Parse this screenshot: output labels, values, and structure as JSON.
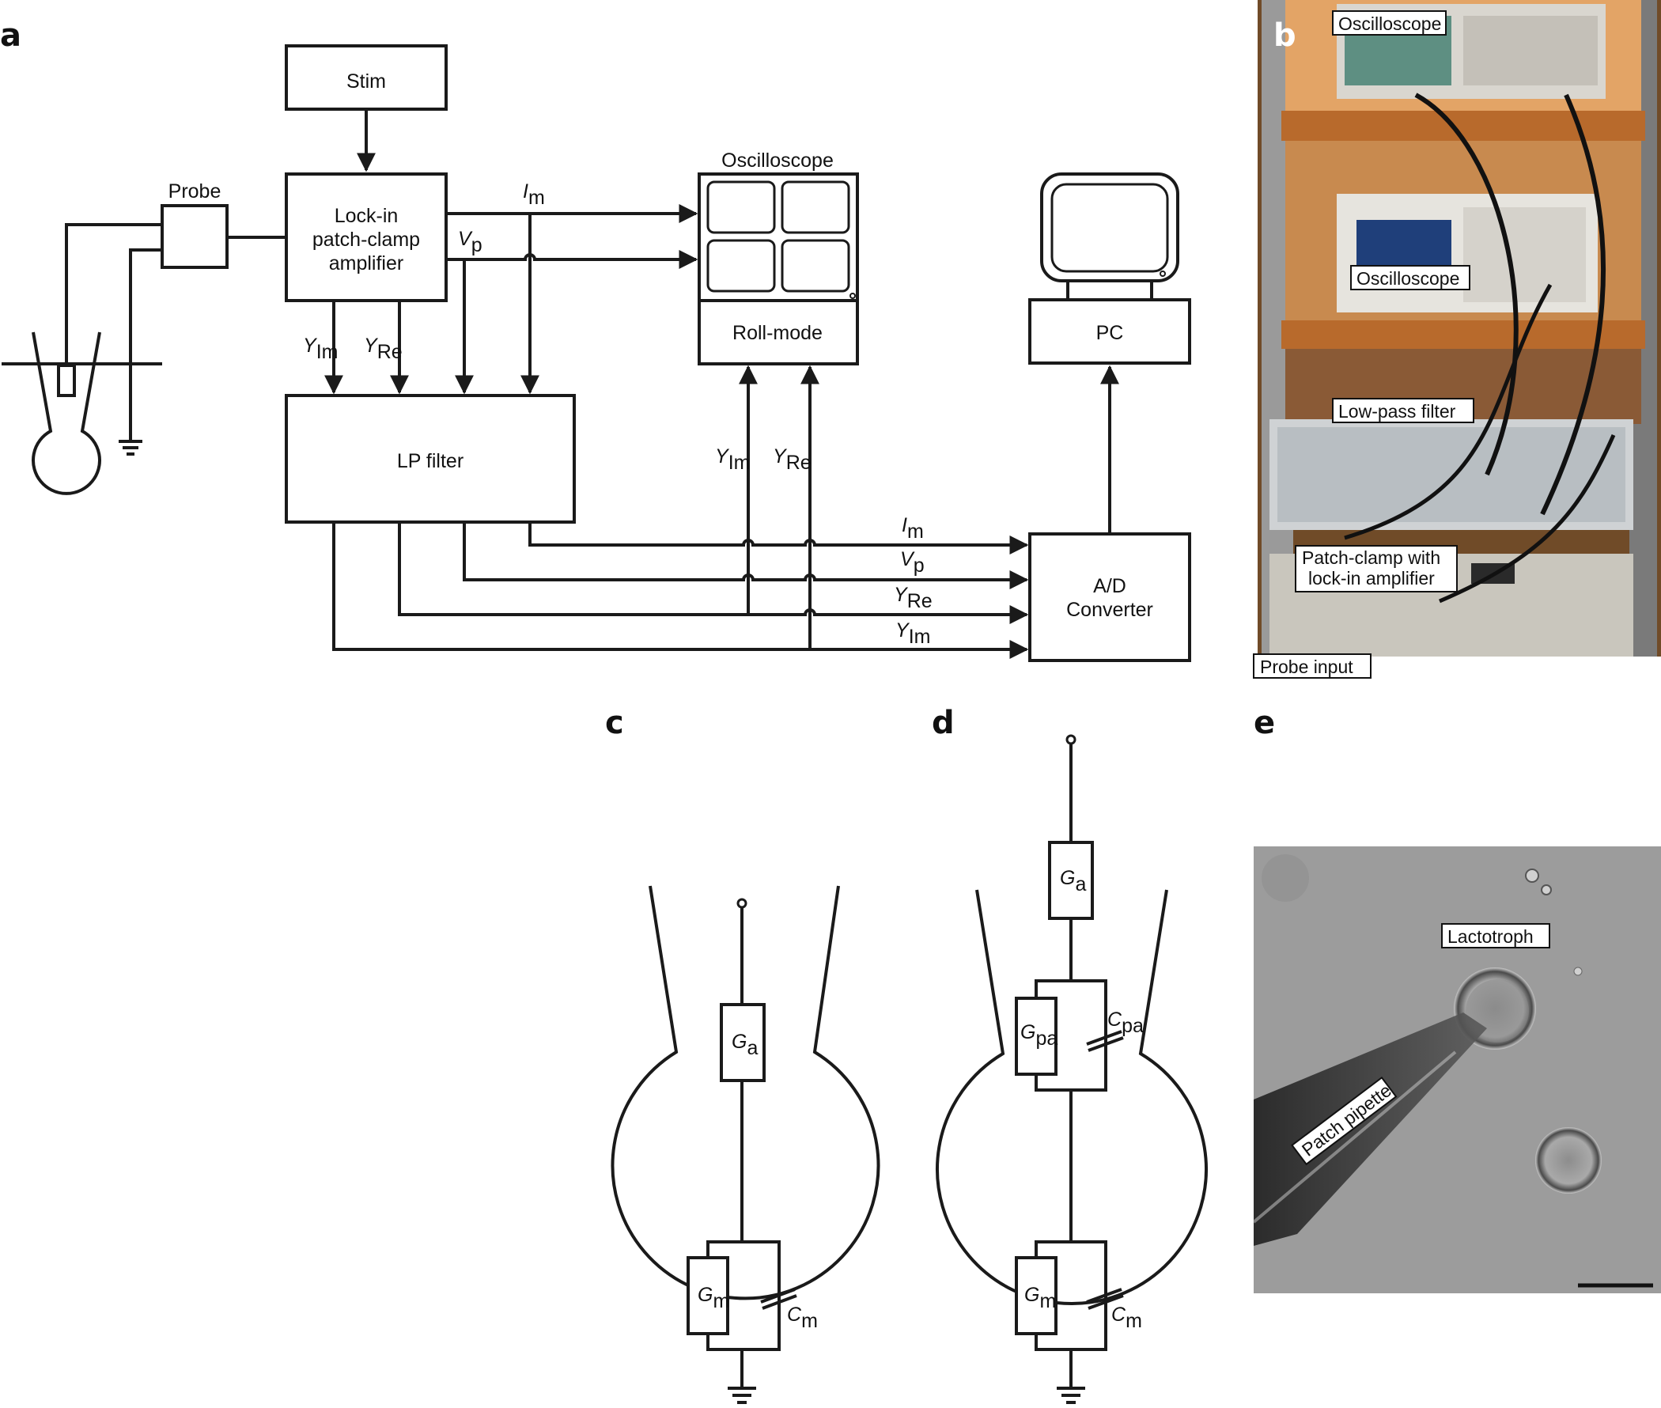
{
  "panels": {
    "a": "a",
    "b": "b",
    "c": "c",
    "d": "d",
    "e": "e"
  },
  "blocks": {
    "stim": "Stim",
    "probe": "Probe",
    "amplifier": [
      "Lock-in",
      "patch-clamp",
      "amplifier"
    ],
    "oscilloscope": "Oscilloscope",
    "roll_mode": "Roll-mode",
    "pc": "PC",
    "lp_filter": "LP filter",
    "ad_converter": [
      "A/D",
      "Converter"
    ]
  },
  "signals": {
    "I": "I",
    "m": "m",
    "V": "V",
    "p": "p",
    "Y": "Y",
    "Im": "Im",
    "Re": "Re"
  },
  "photo_b": {
    "oscilloscope_1": "Oscilloscope",
    "oscilloscope_2": "Oscilloscope",
    "low_pass_filter": "Low-pass filter",
    "patch_clamp": [
      "Patch-clamp with",
      "lock-in amplifier"
    ],
    "probe_input": "Probe input"
  },
  "circuit": {
    "G": "G",
    "C": "C",
    "a": "a",
    "m": "m",
    "pa": "pa"
  },
  "photo_e": {
    "lactotroph": "Lactotroph",
    "patch_pipette": "Patch pipette"
  },
  "colors": {
    "line": "#1a1a1a",
    "shelf": "#b86a2c",
    "photo_bg": "#3a2a1e",
    "micro_bg": "#9c9c9c"
  }
}
